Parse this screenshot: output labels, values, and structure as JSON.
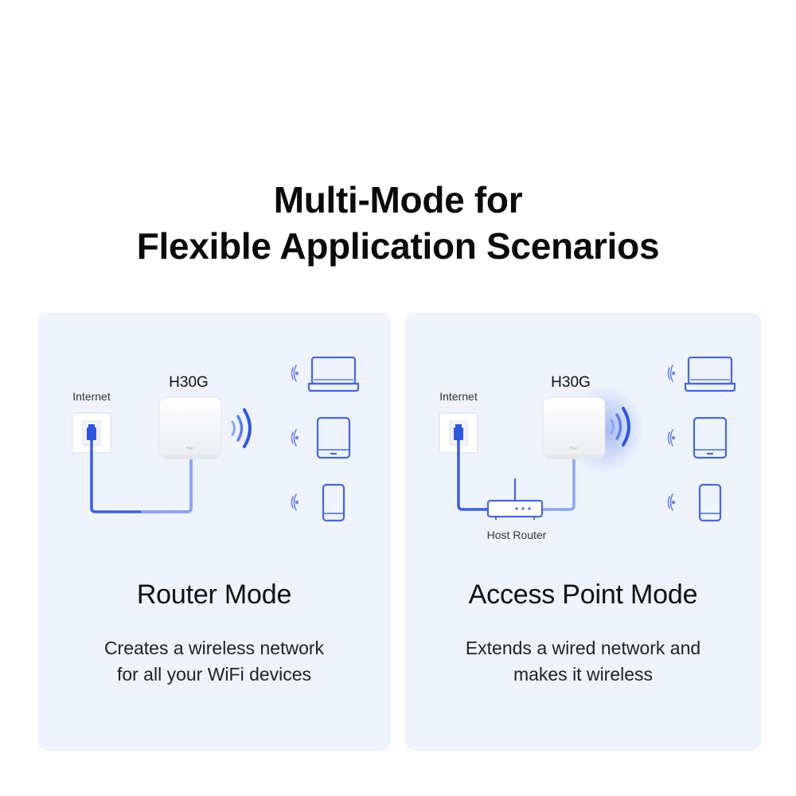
{
  "headline": {
    "line1": "Multi-Mode for",
    "line2": "Flexible Application Scenarios"
  },
  "colors": {
    "card_bg": "#eef3fc",
    "cable_blue": "#3b5fe0",
    "cable_light": "#7f9df0",
    "icon_blue": "#4a67d6",
    "device_white": "#ffffff"
  },
  "cards": [
    {
      "device_label": "H30G",
      "internet_label": "Internet",
      "device_brand": "Halo",
      "title": "Router Mode",
      "description_line1": "Creates a wireless network",
      "description_line2": "for all your WiFi devices",
      "icons": [
        "wall-jack-icon",
        "ethernet-plug-icon",
        "wifi-signal-icon",
        "laptop-icon",
        "tablet-icon",
        "phone-icon"
      ]
    },
    {
      "device_label": "H30G",
      "internet_label": "Internet",
      "host_router_label": "Host Router",
      "device_brand": "Halo",
      "title": "Access Point Mode",
      "description_line1": "Extends a wired network and",
      "description_line2": "makes it wireless",
      "icons": [
        "wall-jack-icon",
        "ethernet-plug-icon",
        "host-router-icon",
        "wifi-signal-icon",
        "laptop-icon",
        "tablet-icon",
        "phone-icon"
      ]
    }
  ]
}
